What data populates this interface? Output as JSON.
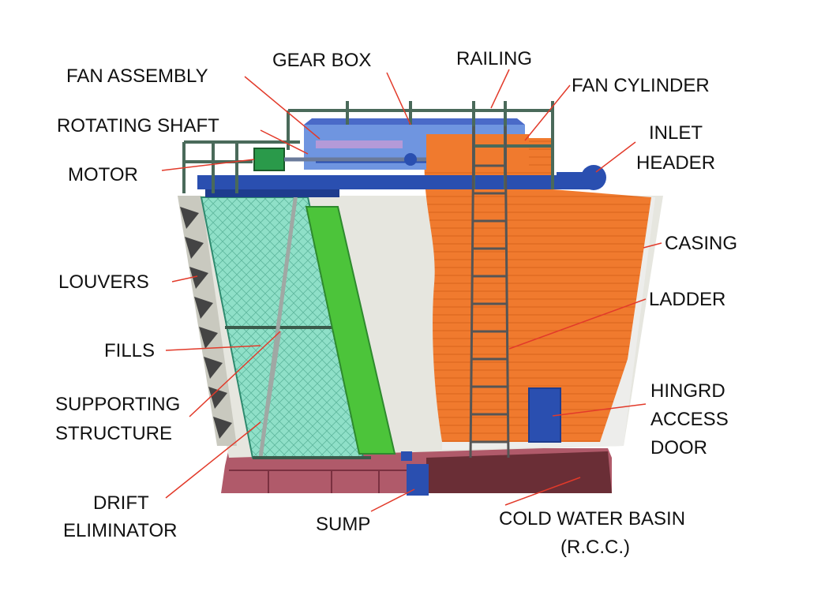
{
  "labels": {
    "gear_box": "GEAR BOX",
    "railing": "RAILING",
    "fan_assembly": "FAN ASSEMBLY",
    "fan_cylinder": "FAN CYLINDER",
    "rotating_shaft": "ROTATING SHAFT",
    "inlet_header_1": "INLET",
    "inlet_header_2": "HEADER",
    "motor": "MOTOR",
    "casing": "CASING",
    "louvers": "LOUVERS",
    "ladder": "LADDER",
    "fills": "FILLS",
    "supporting_structure_1": "SUPPORTING",
    "supporting_structure_2": "STRUCTURE",
    "hinged_door_1": "HINGRD",
    "hinged_door_2": "ACCESS",
    "hinged_door_3": "DOOR",
    "drift_eliminator_1": "DRIFT",
    "drift_eliminator_2": "ELIMINATOR",
    "sump": "SUMP",
    "cold_water_basin_1": "COLD WATER BASIN",
    "cold_water_basin_2": "(R.C.C.)"
  },
  "colors": {
    "leader_line": "#e23a2a",
    "casing_orange": "#f07a2e",
    "fill_media": "#8fe0c8",
    "drift_green": "#4cc43a",
    "steel_blue": "#2a4fb0",
    "basin": "#b05a6a",
    "railing": "#4a6a5a"
  }
}
